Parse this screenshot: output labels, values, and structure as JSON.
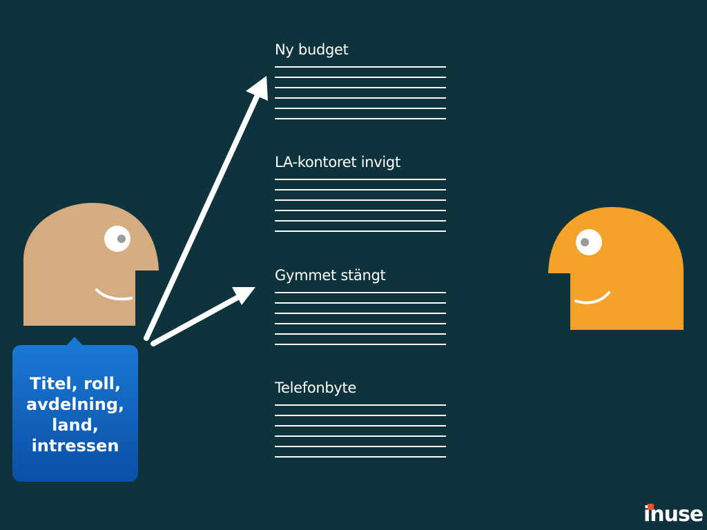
{
  "news_items": [
    {
      "title": "Ny budget"
    },
    {
      "title": "LA-kontoret invigt"
    },
    {
      "title": "Gymmet stängt"
    },
    {
      "title": "Telefonbyte"
    }
  ],
  "profile_bubble": {
    "lines": [
      "Titel, roll,",
      "avdelning,",
      "land,",
      "intressen"
    ]
  },
  "logo": {
    "text": "inuse"
  },
  "colors": {
    "background": "#0e333d",
    "left_person": "#d4ac80",
    "right_person": "#f5a22a",
    "bubble": "#0d5fb8",
    "arrow": "#ffffff",
    "logo_accent": "#e8532a"
  }
}
